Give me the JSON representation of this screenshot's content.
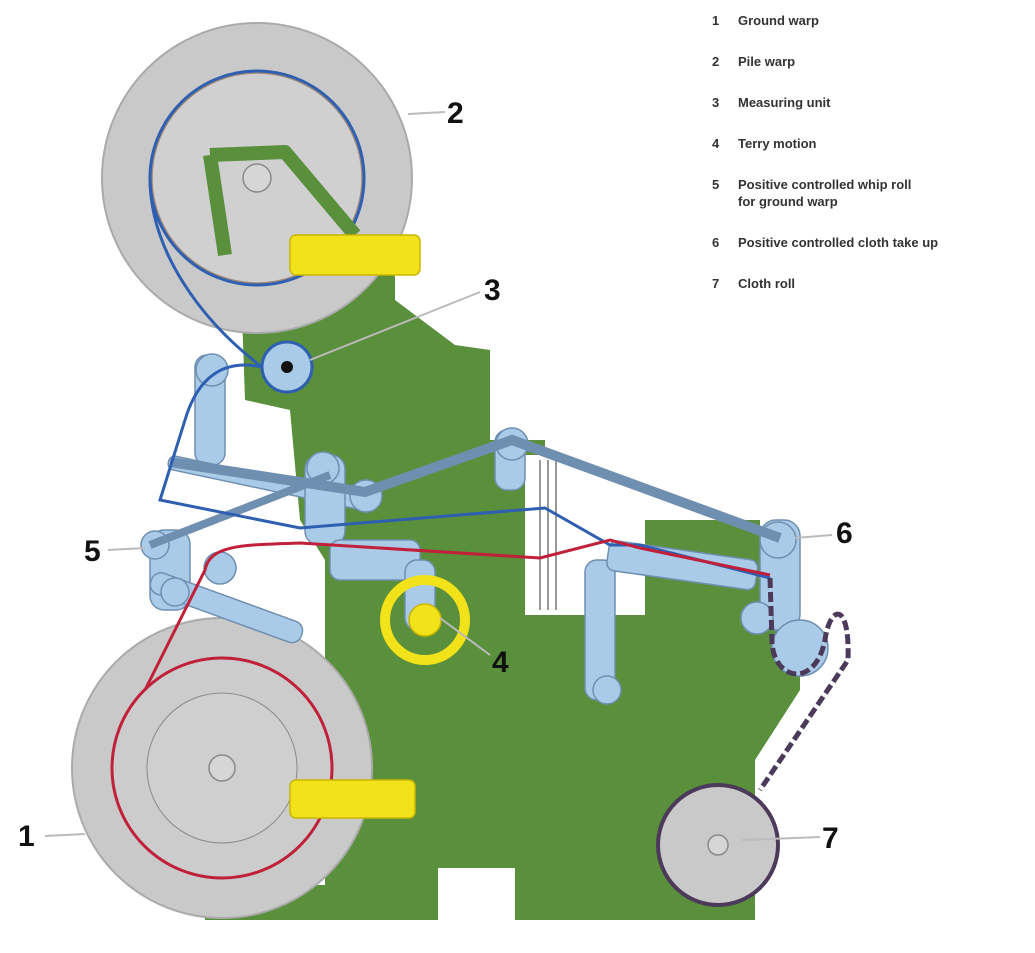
{
  "legend": [
    {
      "number": "1",
      "label": "Ground warp"
    },
    {
      "number": "2",
      "label": "Pile warp"
    },
    {
      "number": "3",
      "label": "Measuring unit"
    },
    {
      "number": "4",
      "label": "Terry motion"
    },
    {
      "number": "5",
      "label": "Positive controlled whip roll\nfor ground warp"
    },
    {
      "number": "6",
      "label": "Positive controlled cloth take up"
    },
    {
      "number": "7",
      "label": "Cloth roll"
    }
  ],
  "callouts": {
    "c1": "1",
    "c2": "2",
    "c3": "3",
    "c4": "4",
    "c5": "5",
    "c6": "6",
    "c7": "7"
  },
  "colors": {
    "frame": "#5a8f3c",
    "beam": "#c9c9c9",
    "part": "#a9cbe8",
    "pile_warp": "#2e5fb0",
    "ground_warp": "#c0203a",
    "cloth": "#4b3a5a",
    "motion": "#f2e21a",
    "background": "#ffffff"
  }
}
